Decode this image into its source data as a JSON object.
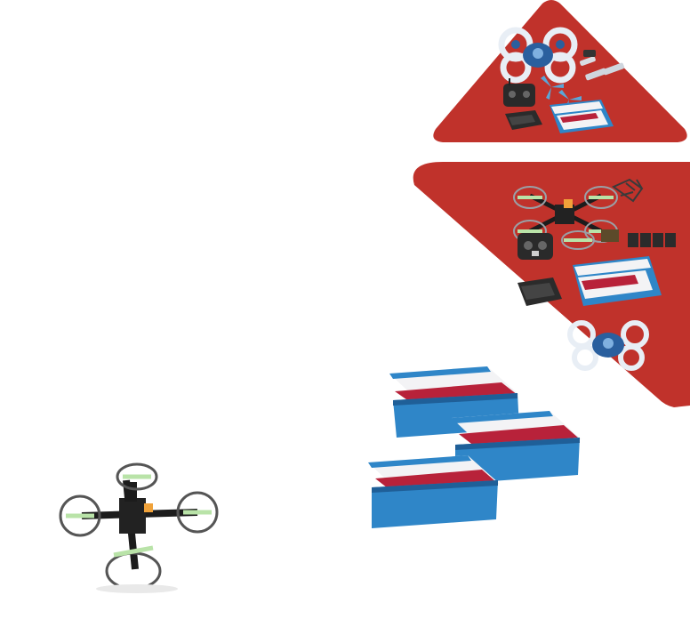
{
  "colors": {
    "background": "#ffffff",
    "panel_red": "#c0322b",
    "box_blue": "#2f86c8",
    "box_blue_dark": "#1f5f98",
    "lid_white": "#f3f3f5",
    "label_red": "#b8223a",
    "frame_black": "#1c1c1c",
    "prop_green": "#b9e3a8",
    "accent_orange": "#f0a23a"
  },
  "items": {
    "top_panel": "mini-drone-kit",
    "middle_panel": "racing-drone-kit",
    "boxes": [
      "storage-box",
      "storage-box",
      "storage-box"
    ],
    "standalone": "racing-drone"
  }
}
